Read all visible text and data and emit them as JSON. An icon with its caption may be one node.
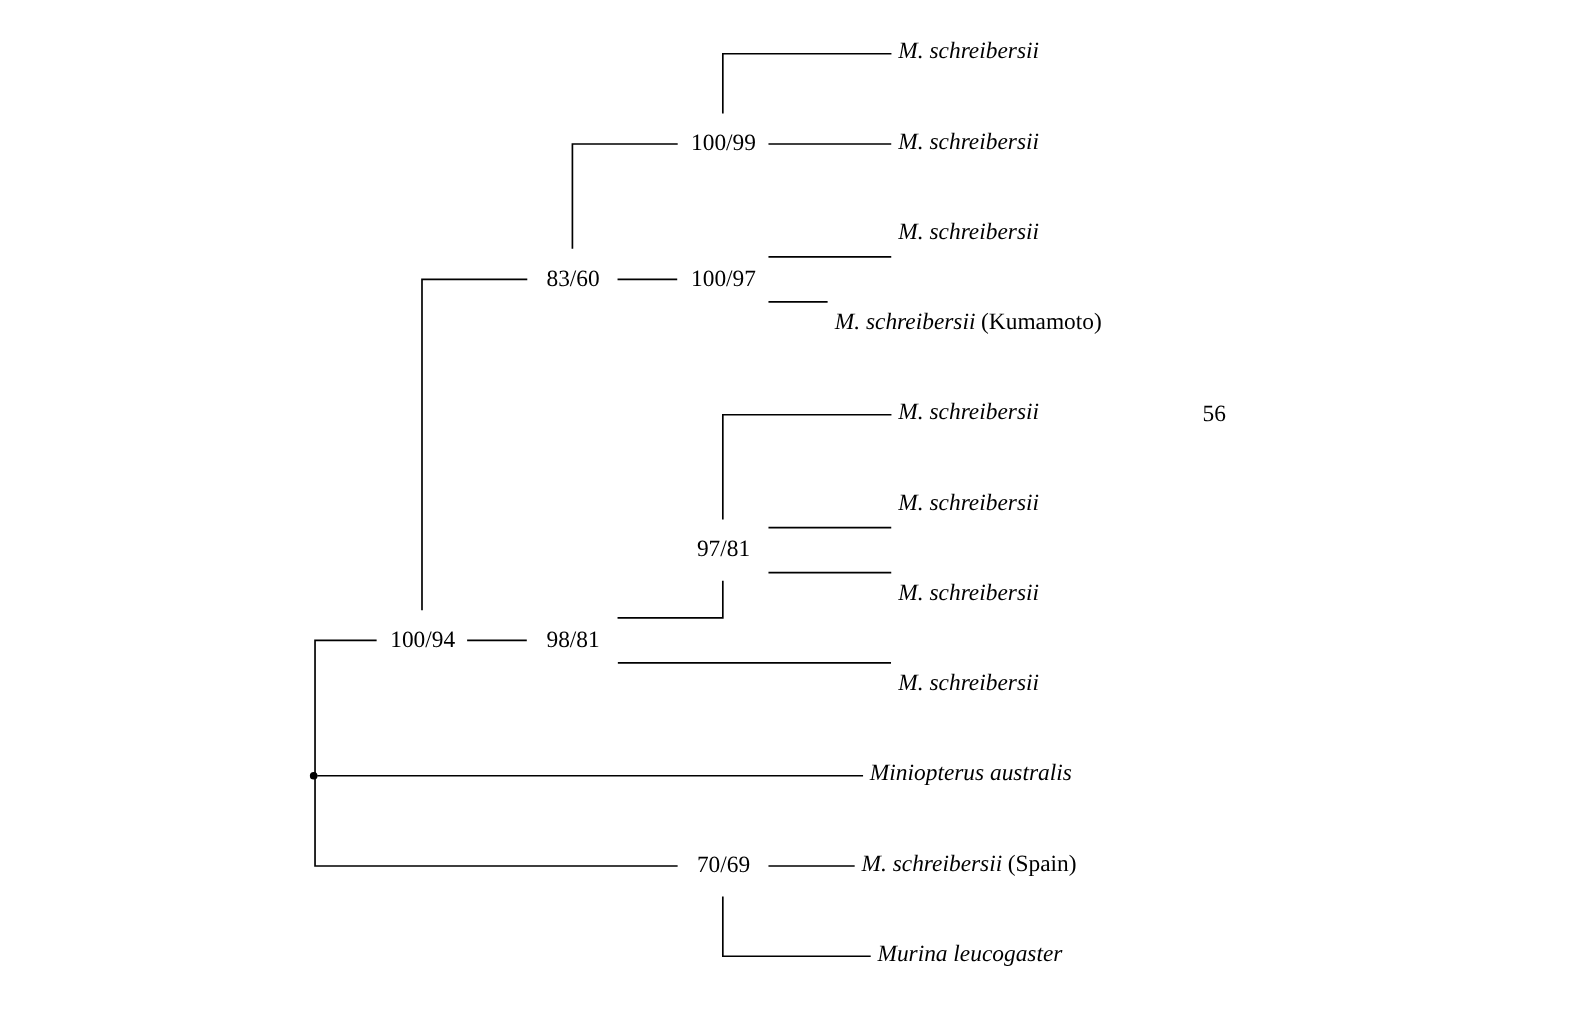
{
  "diagram": {
    "nodes": [
      {
        "text": [],
        "shape": "point"
      },
      {
        "text": [
          "100/94"
        ]
      },
      {
        "text": [
          "83/60"
        ]
      },
      {
        "text": [
          "100/99"
        ]
      },
      {
        "text": [
          "M. schreibersii"
        ]
      },
      {
        "text": [
          "M. schreibersii"
        ]
      },
      {
        "text": [
          "100/97"
        ]
      },
      {
        "text": [
          "M. schreibersii"
        ]
      },
      {
        "text": [
          "*M. schreibersii* (Kumamoto)"
        ]
      },
      {
        "text": [
          "98/81"
        ]
      },
      {
        "text": [
          "97/81"
        ]
      },
      {
        "text": [
          "M. schreibersii"
        ]
      },
      {
        "text": [
          "M. schreibersii"
        ]
      },
      {
        "text": [
          "M. schreibersii"
        ]
      },
      {
        "text": [
          "M. schreibersii"
        ]
      },
      {
        "text": [
          "Miniopterus australis"
        ]
      },
      {
        "text": [
          "70/69"
        ]
      },
      {
        "text": [
          "*M. schreibersii* (Spain)"
        ]
      },
      {
        "text": [
          "Murina leucogaster"
        ]
      }
    ],
    "edges": [
      {
        "from": 0,
        "to": 1,
        "arrow": "none"
      },
      {
        "from": 1,
        "to": 2,
        "arrow": "none"
      },
      {
        "from": 2,
        "to": 3,
        "arrow": "none"
      },
      {
        "from": 3,
        "to": 4,
        "arrow": "none"
      },
      {
        "from": 3,
        "to": 5,
        "arrow": "none"
      },
      {
        "from": 2,
        "to": 6,
        "arrow": "none"
      },
      {
        "from": 6,
        "to": 7,
        "arrow": "none"
      },
      {
        "from": 6,
        "to": 8,
        "arrow": "none"
      },
      {
        "from": 1,
        "to": 9,
        "arrow": "none"
      },
      {
        "from": 9,
        "to": 10,
        "arrow": "none"
      },
      {
        "from": 10,
        "to": 11,
        "arrow": "none"
      },
      {
        "from": 10,
        "to": 12,
        "arrow": "none"
      },
      {
        "from": 10,
        "to": 13,
        "arrow": "none"
      },
      {
        "from": 9,
        "to": 14,
        "arrow": "none"
      },
      {
        "from": 0,
        "to": 15,
        "arrow": "none"
      },
      {
        "from": 0,
        "to": 16,
        "arrow": "none"
      },
      {
        "from": 16,
        "to": 17,
        "arrow": "none"
      },
      {
        "from": 16,
        "to": 18,
        "arrow": "none"
      }
    ],
    "labels": [
      "56"
    ]
  }
}
